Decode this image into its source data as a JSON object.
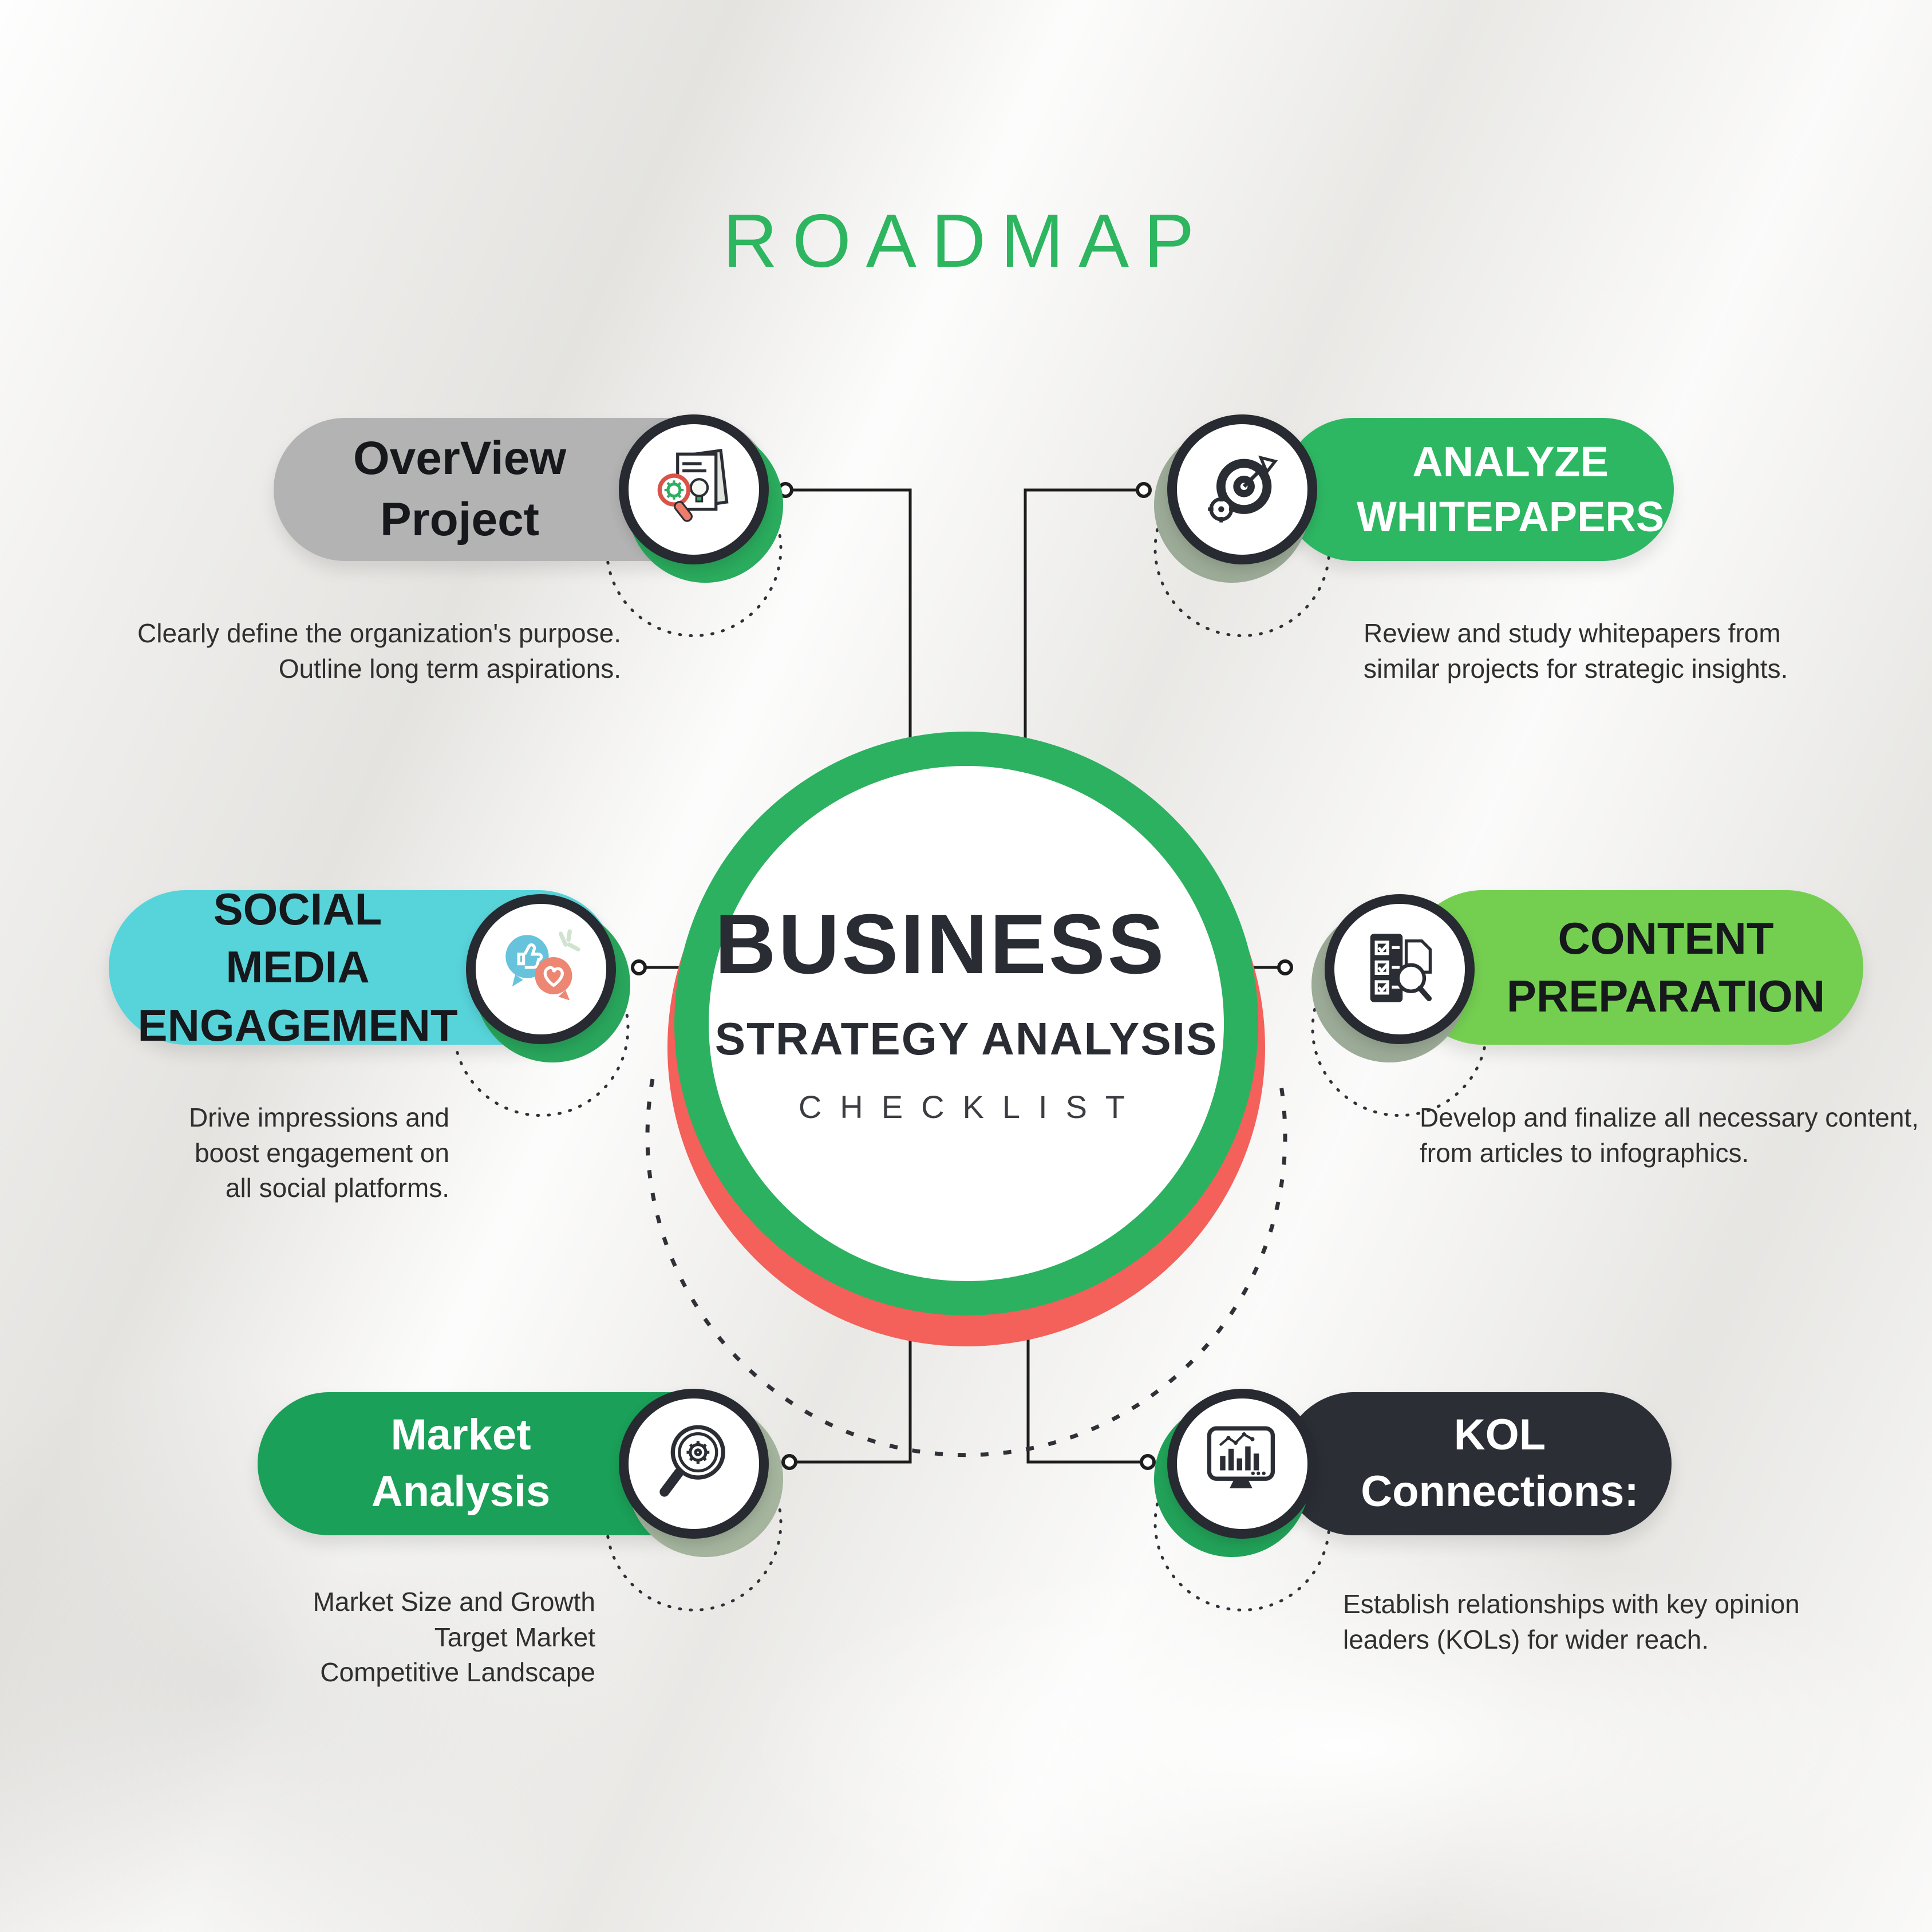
{
  "title": "ROADMAP",
  "center": {
    "line1": "BUSINESS",
    "line2": "STRATEGY ANALYSIS",
    "line3": "CHECKLIST"
  },
  "colors": {
    "background": "#efeeec",
    "title": "#2db55f",
    "center_ring_green": "#2cb161",
    "center_ring_red": "#f4605a",
    "center_fill": "#ffffff",
    "center_text": "#2a2c33",
    "connector": "#1d1d1d",
    "dotted_arc": "#2f3136"
  },
  "nodes": [
    {
      "id": "overview-project",
      "label": "OverView Project",
      "description": "Clearly define the organization's purpose.\nOutline long term aspirations.",
      "icon": "documents-lightbulb-magnifier-icon",
      "colors": {
        "pill_bg": "#b3b3b3",
        "label": "#16181c",
        "crescent": "#2aab5d"
      }
    },
    {
      "id": "analyze-whitepapers",
      "label": "ANALYZE\nWHITEPAPERS",
      "description": "Review and study whitepapers from\nsimilar projects for strategic insights.",
      "icon": "target-arrow-icon",
      "colors": {
        "pill_bg": "#2db763",
        "label": "#ffffff",
        "crescent": "#9cab97"
      }
    },
    {
      "id": "social-media-engagement",
      "label": "SOCIAL MEDIA\nENGAGEMENT",
      "description": "Drive impressions and\nboost engagement on\nall social platforms.",
      "icon": "social-bubbles-icon",
      "colors": {
        "pill_bg": "#57d4da",
        "label": "#16181c",
        "crescent": "#29a65c"
      }
    },
    {
      "id": "content-preparation",
      "label": "CONTENT\nPREPARATION",
      "description": "Develop and finalize all necessary content,\nfrom articles to infographics.",
      "icon": "checklist-magnifier-icon",
      "colors": {
        "pill_bg": "#74cf51",
        "label": "#16181c",
        "crescent": "#9cab97"
      }
    },
    {
      "id": "market-analysis",
      "label": "Market Analysis",
      "description": "Market Size and Growth\nTarget Market\nCompetitive Landscape",
      "icon": "magnifier-gear-icon",
      "colors": {
        "pill_bg": "#1aa058",
        "label": "#ffffff",
        "crescent": "#a4b49d"
      }
    },
    {
      "id": "kol-connections",
      "label": "KOL Connections:",
      "description": "Establish relationships with key opinion\nleaders (KOLs) for wider reach.",
      "icon": "monitor-chart-icon",
      "colors": {
        "pill_bg": "#2b2e35",
        "label": "#ffffff",
        "crescent": "#22a259"
      }
    }
  ]
}
